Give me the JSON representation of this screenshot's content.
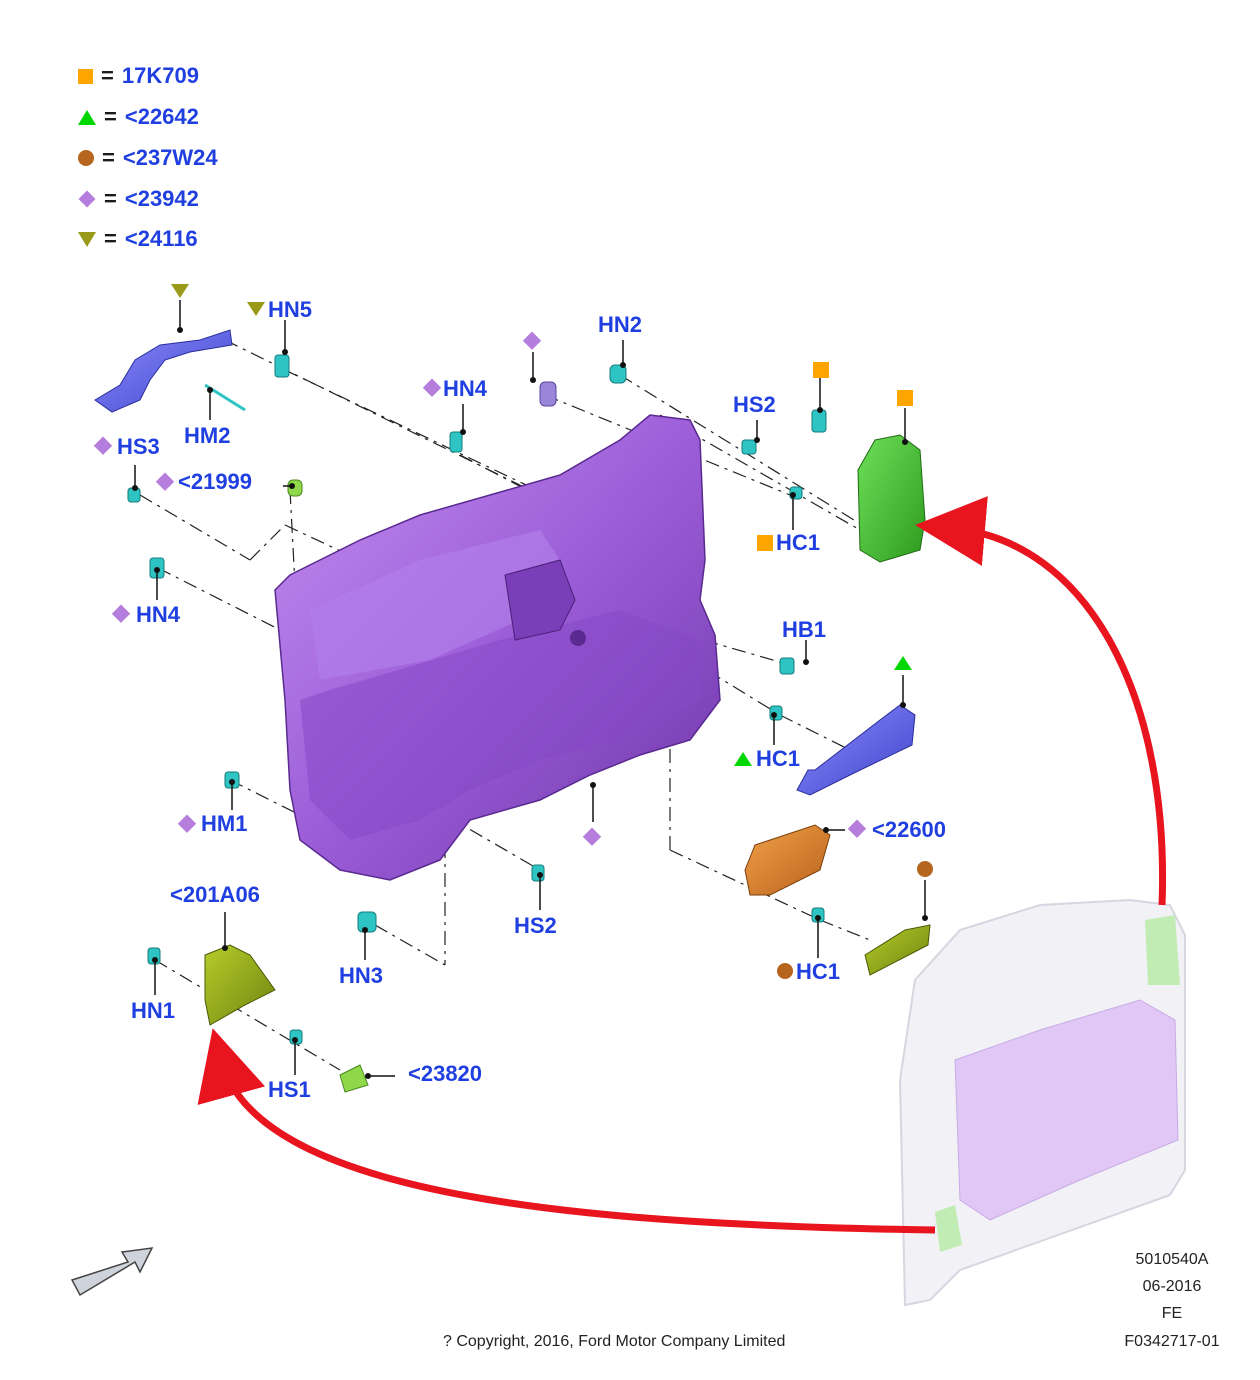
{
  "legend": [
    {
      "symbol": "square",
      "color": "#ffa500",
      "code": "17K709"
    },
    {
      "symbol": "triangle-up",
      "color": "#00d600",
      "code": "<22642"
    },
    {
      "symbol": "circle",
      "color": "#b5651d",
      "code": "<237W24"
    },
    {
      "symbol": "diamond",
      "color": "#b57edc",
      "code": "<23942"
    },
    {
      "symbol": "triangle-down",
      "color": "#9a9a1a",
      "code": "<24116"
    }
  ],
  "legend_equals": "=",
  "labels": {
    "hn5": "HN5",
    "hm2": "HM2",
    "hs3": "HS3",
    "p21999": "<21999",
    "hn4_top": "HN4",
    "hn4_left": "HN4",
    "hn2": "HN2",
    "hs2_top": "HS2",
    "hc1_top": "HC1",
    "hb1": "HB1",
    "hc1_mid": "HC1",
    "p22600": "<22600",
    "hm1": "HM1",
    "hs2_bottom": "HS2",
    "hc1_bottom": "HC1",
    "p201a06": "<201A06",
    "hn1": "HN1",
    "hn3": "HN3",
    "hs1": "HS1",
    "p23820": "<23820"
  },
  "footer": {
    "copyright": "? Copyright, 2016, Ford Motor Company Limited",
    "ref1": "5010540A",
    "ref2": "06-2016",
    "ref3": "FE",
    "ref4": "F0342717-01"
  },
  "colors": {
    "label_blue": "#1f3fe0",
    "panel_purple": "#9b59d6",
    "clip_teal": "#2ec4c4",
    "arrow_red": "#e8141e"
  }
}
